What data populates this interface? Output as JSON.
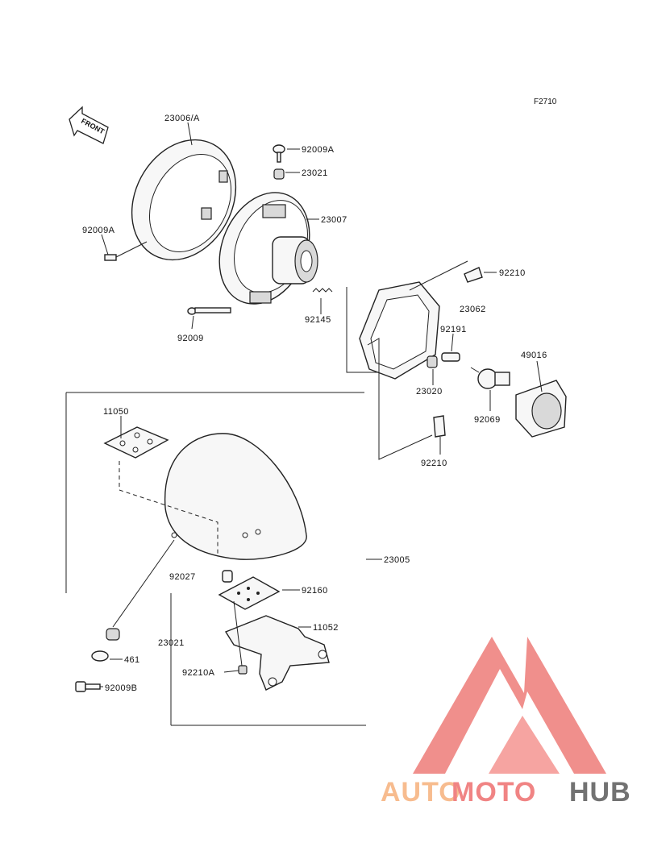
{
  "diagram": {
    "figure_code": "F2710",
    "front_marker": "FRONT",
    "part_labels": [
      {
        "id": "23006a",
        "text": "23006/A"
      },
      {
        "id": "92009a_top",
        "text": "92009A"
      },
      {
        "id": "23021_top",
        "text": "23021"
      },
      {
        "id": "23007",
        "text": "23007"
      },
      {
        "id": "92009a_left",
        "text": "92009A"
      },
      {
        "id": "92210_top",
        "text": "92210"
      },
      {
        "id": "23062",
        "text": "23062"
      },
      {
        "id": "92009",
        "text": "92009"
      },
      {
        "id": "92145",
        "text": "92145"
      },
      {
        "id": "92191",
        "text": "92191"
      },
      {
        "id": "49016",
        "text": "49016"
      },
      {
        "id": "23020",
        "text": "23020"
      },
      {
        "id": "11050",
        "text": "11050"
      },
      {
        "id": "92069",
        "text": "92069"
      },
      {
        "id": "92210_mid",
        "text": "92210"
      },
      {
        "id": "23005",
        "text": "23005"
      },
      {
        "id": "92027",
        "text": "92027"
      },
      {
        "id": "92160",
        "text": "92160"
      },
      {
        "id": "11052",
        "text": "11052"
      },
      {
        "id": "23021_bottom",
        "text": "23021"
      },
      {
        "id": "461",
        "text": "461"
      },
      {
        "id": "92210a",
        "text": "92210A"
      },
      {
        "id": "92009b",
        "text": "92009B"
      }
    ]
  },
  "watermark": {
    "word_part1": "AUTO",
    "word_part2": "MOTO",
    "word_part3": "HUB",
    "color_orange": "#f7b98a",
    "color_red": "#f07e7e",
    "color_gray": "#6b6b6b"
  }
}
